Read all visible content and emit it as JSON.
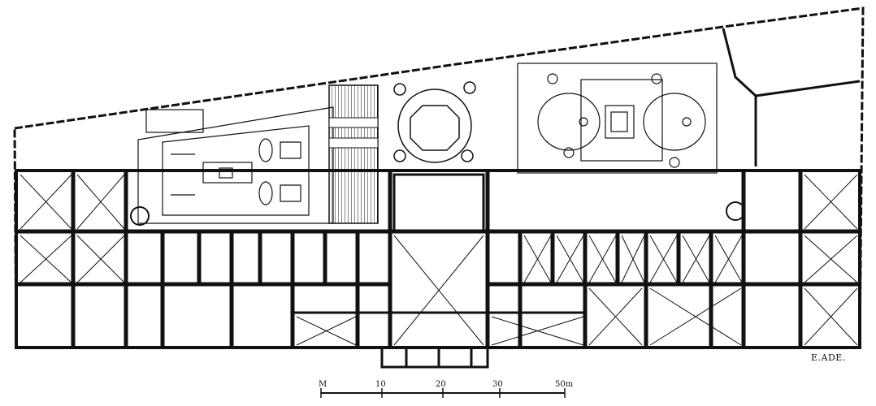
{
  "drawing": {
    "signature": "E.ADE.",
    "scale_bar": {
      "ticks": [
        "M",
        "10",
        "20",
        "30",
        "50m"
      ]
    }
  },
  "colors": {
    "ink": "#111111",
    "paper": "#ffffff"
  }
}
